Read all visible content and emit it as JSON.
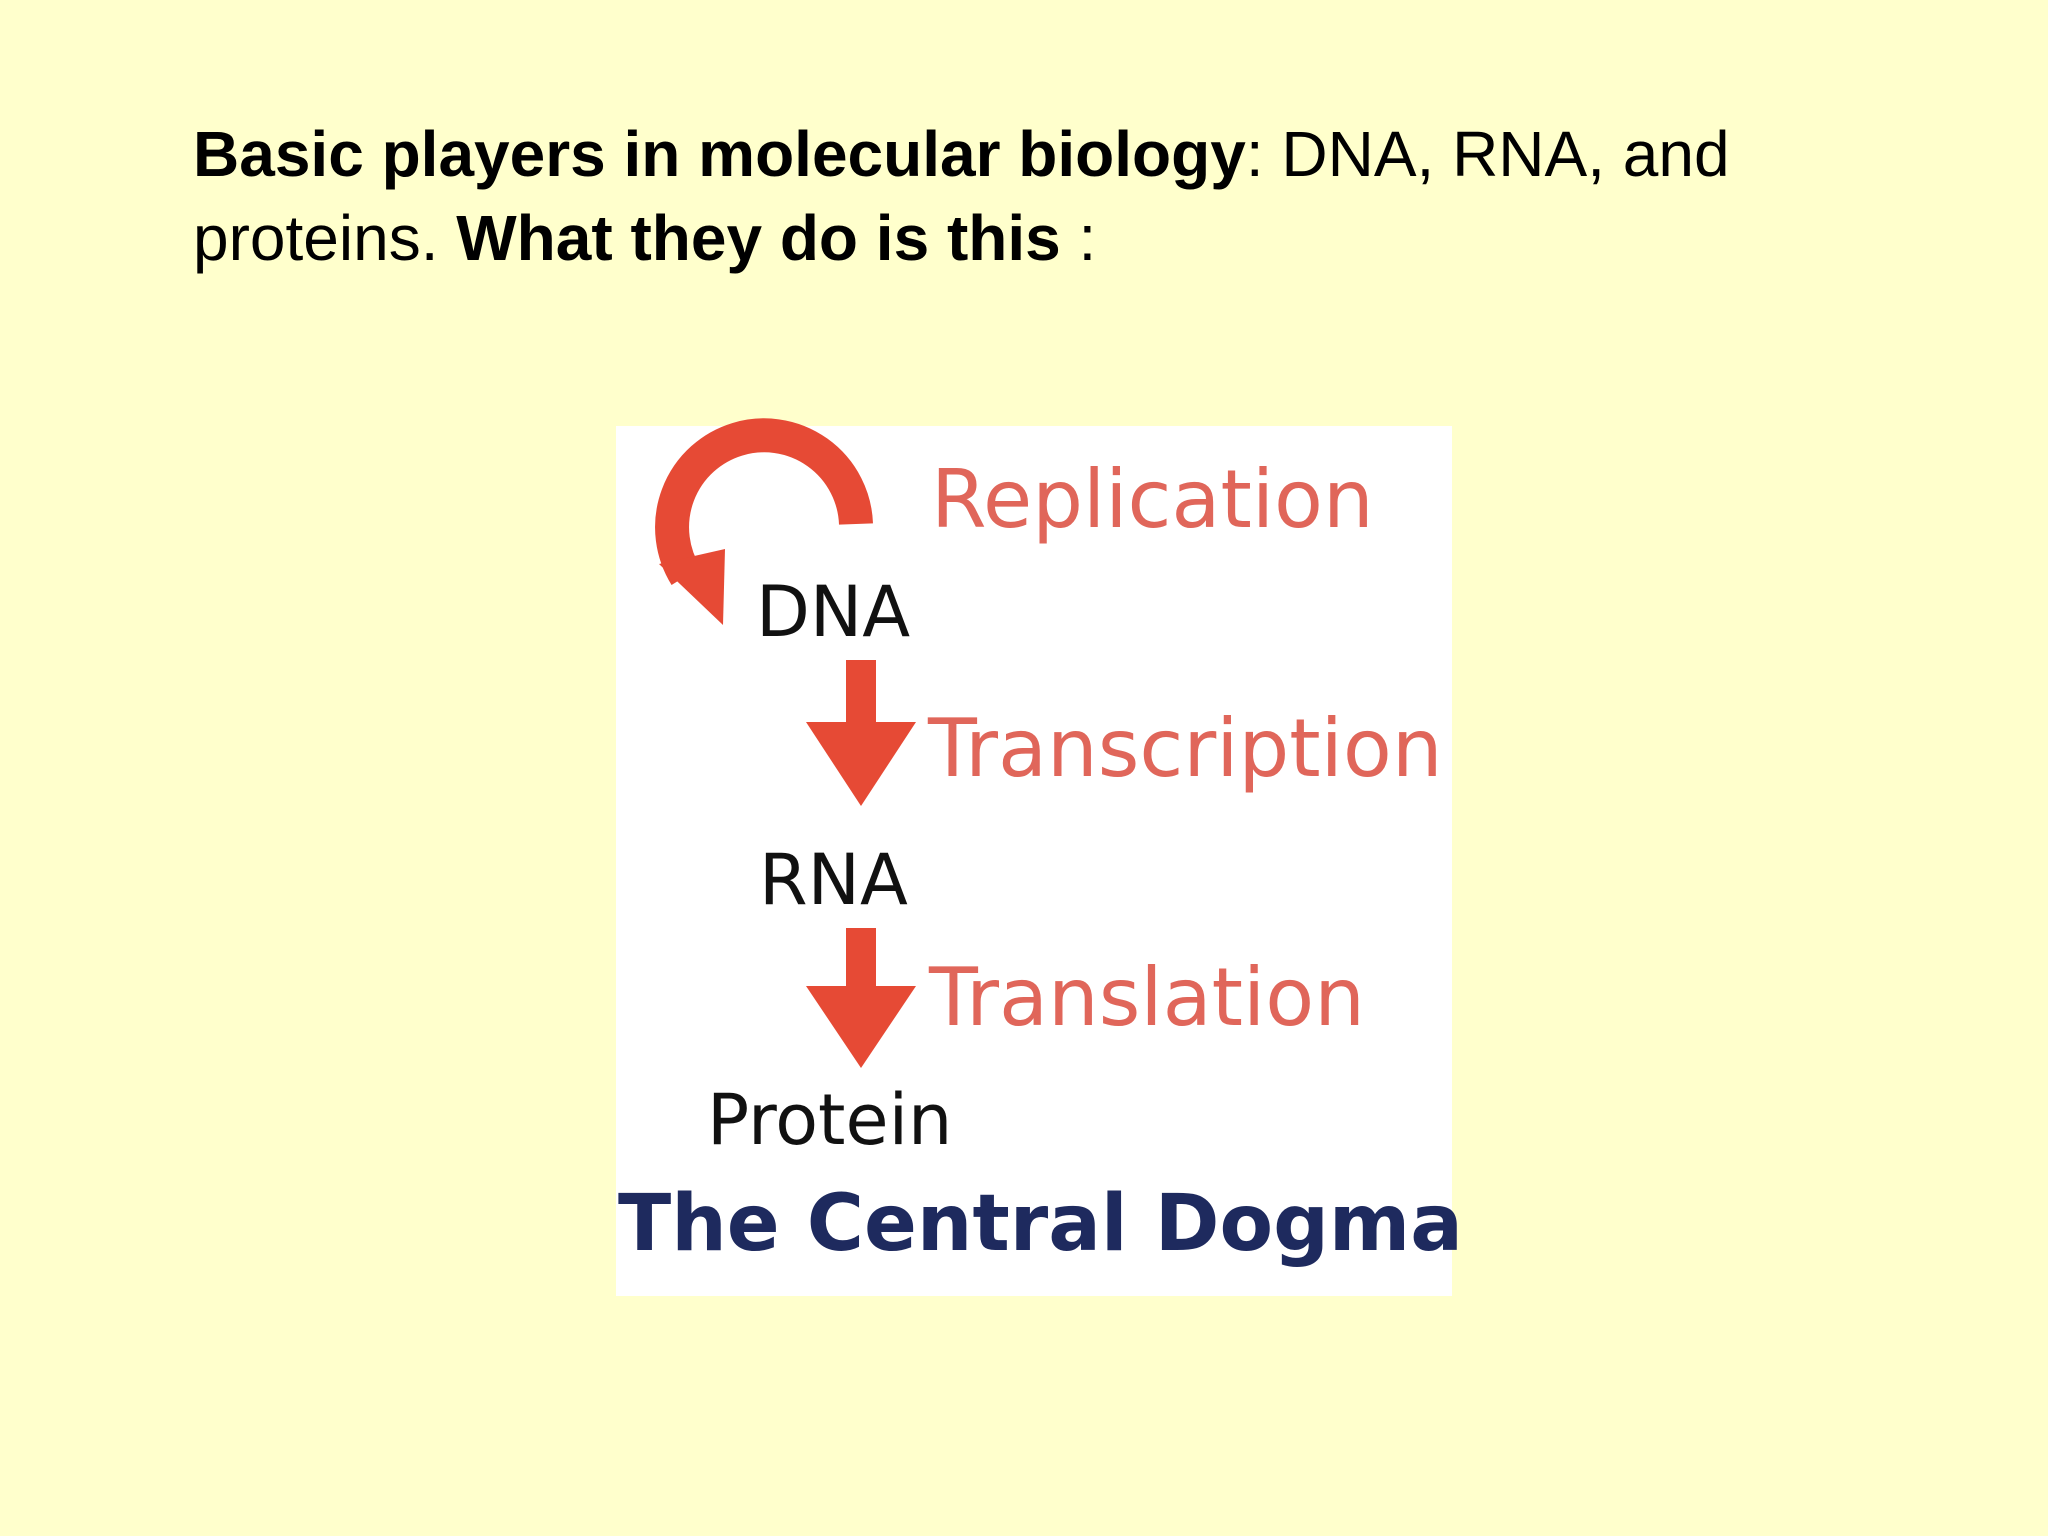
{
  "slide": {
    "intro_bold": "Basic players in molecular biology",
    "intro_rest": ":  DNA, RNA, and proteins.  ",
    "question_bold": "What they do is this",
    "question_rest": " :"
  },
  "diagram": {
    "replication": "Replication",
    "dna": "DNA",
    "transcription": "Transcription",
    "rna": "RNA",
    "translation": "Translation",
    "protein": "Protein",
    "title": "The Central Dogma"
  },
  "colors": {
    "background": "#ffffcc",
    "arrow": "#e64a35",
    "process_text": "#e0665a",
    "title": "#1e2a5e"
  }
}
